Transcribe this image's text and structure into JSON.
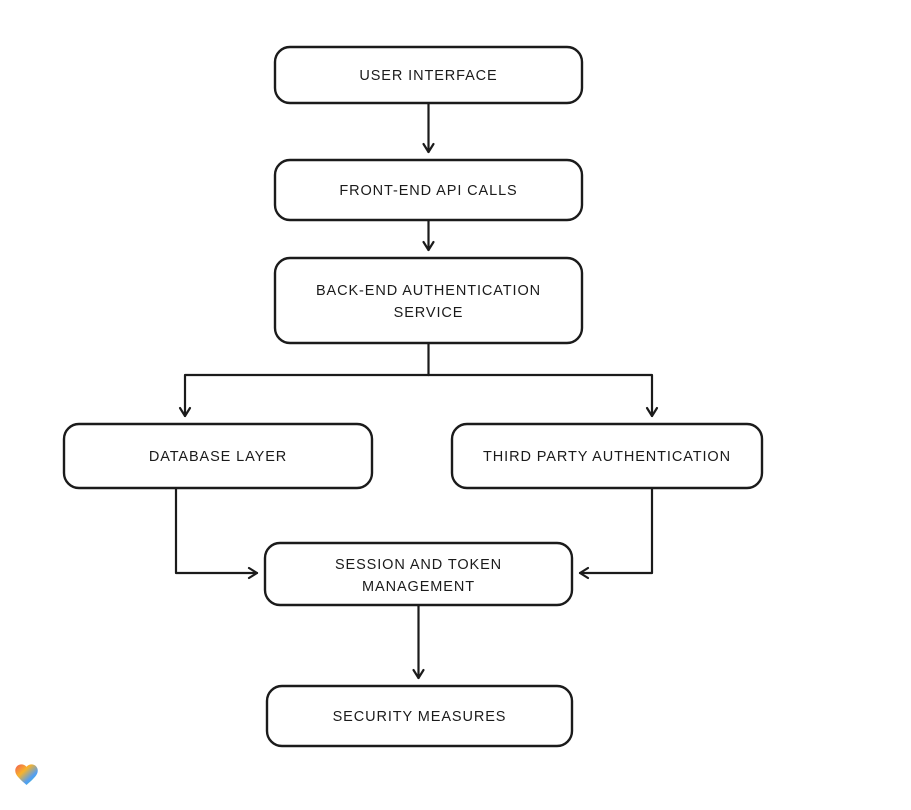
{
  "diagram": {
    "type": "flowchart",
    "colors": {
      "stroke": "#1b1b1b",
      "background": "#ffffff"
    },
    "nodes": {
      "user_interface": {
        "label": "USER INTERFACE"
      },
      "frontend_api": {
        "label": "FRONT-END API CALLS"
      },
      "backend_auth": {
        "line1": "BACK-END AUTHENTICATION",
        "line2": "SERVICE"
      },
      "database_layer": {
        "label": "DATABASE LAYER"
      },
      "third_party_auth": {
        "label": "THIRD PARTY AUTHENTICATION"
      },
      "session_token": {
        "line1": "SESSION AND TOKEN",
        "line2": "MANAGEMENT"
      },
      "security_measures": {
        "label": "SECURITY MEASURES"
      }
    },
    "edges": [
      "user_interface -> frontend_api",
      "frontend_api -> backend_auth",
      "backend_auth -> database_layer",
      "backend_auth -> third_party_auth",
      "database_layer -> session_token",
      "third_party_auth -> session_token",
      "session_token -> security_measures"
    ],
    "logo": {
      "name": "heart-logo",
      "colors": [
        "#f25c54",
        "#f7b32b",
        "#4f9df7",
        "#3ddc97"
      ]
    }
  }
}
